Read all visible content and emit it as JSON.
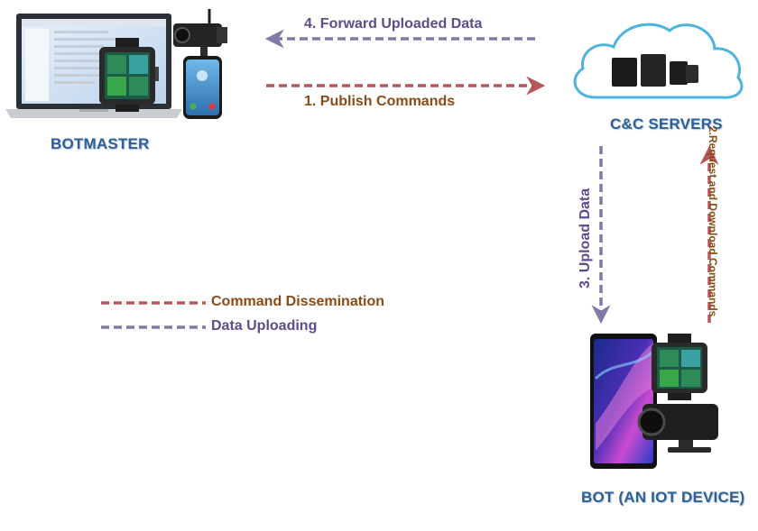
{
  "nodes": {
    "botmaster": {
      "label": "BOTMASTER"
    },
    "cc_servers": {
      "label": "C&C SERVERS"
    },
    "bot": {
      "label": "BOT (AN IOT DEVICE)"
    }
  },
  "edges": {
    "publish": {
      "label": "1. Publish Commands",
      "type": "command"
    },
    "request_download": {
      "label": "2.Request and Download Commands",
      "type": "command"
    },
    "upload": {
      "label": "3. Upload Data",
      "type": "data"
    },
    "forward": {
      "label": "4. Forward Uploaded Data",
      "type": "data"
    }
  },
  "legend": [
    {
      "label": "Command Dissemination",
      "type": "command"
    },
    {
      "label": "Data Uploading",
      "type": "data"
    }
  ],
  "colors": {
    "command": "#b5585a",
    "data": "#7f7aa6",
    "command_text": "#8a4b16",
    "data_text": "#5f4a8b",
    "node_title": "#2e5f98",
    "cloud_stroke": "#4fb3df"
  },
  "icons": {
    "botmaster_devices": [
      "laptop-icon",
      "smartwatch-icon",
      "security-camera-icon",
      "smartphone-icon"
    ],
    "cc_servers_devices": [
      "cloud-icon",
      "server-icon"
    ],
    "bot_devices": [
      "smartphone-icon",
      "smartwatch-icon",
      "security-camera-icon"
    ]
  }
}
